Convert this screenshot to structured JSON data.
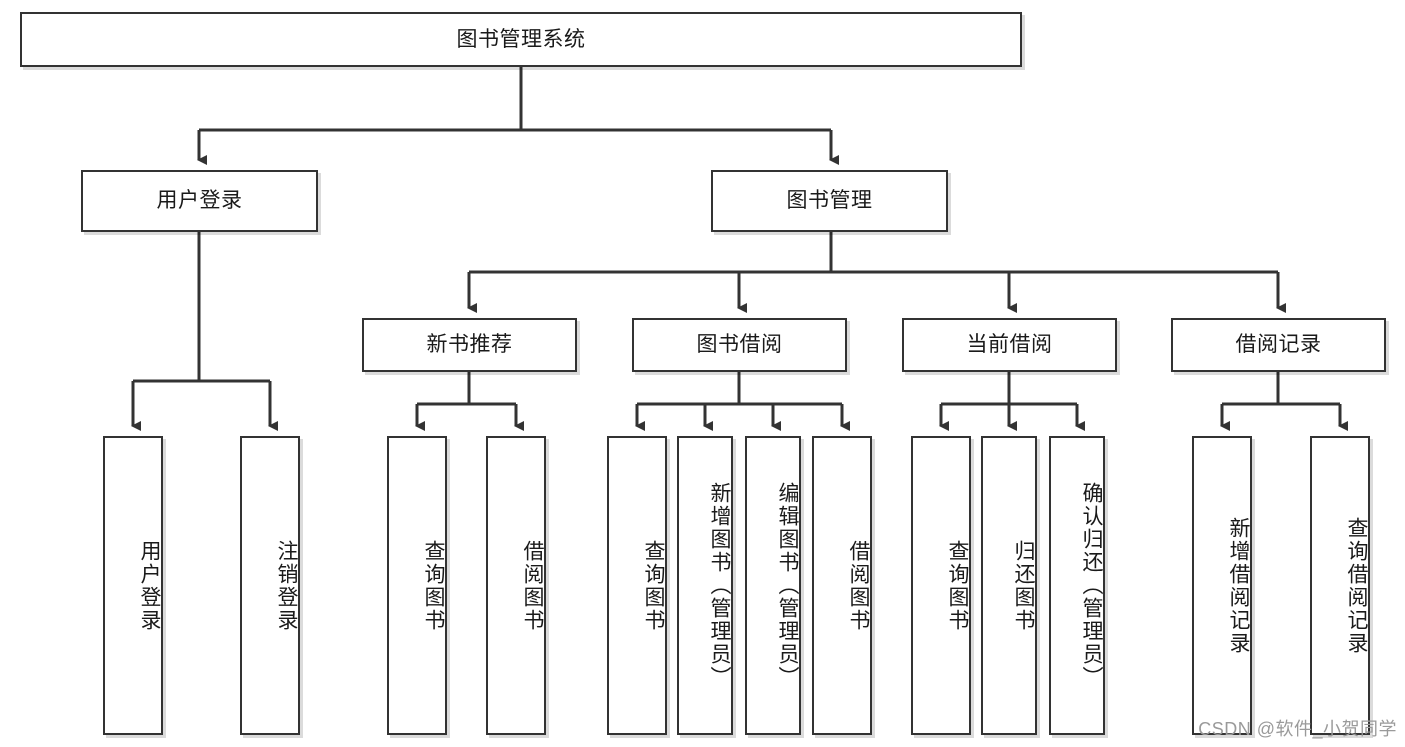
{
  "diagram": {
    "title": "图书管理系统",
    "type": "hierarchy-tree",
    "background": "#ffffff",
    "box_border_color": "#333333",
    "text_color": "#1a1a1a",
    "watermark": "CSDN @软件_小贺同学"
  },
  "nodes": {
    "root": {
      "label": "图书管理系统",
      "level": 1
    },
    "user_login": {
      "label": "用户登录",
      "level": 2
    },
    "book_manage": {
      "label": "图书管理",
      "level": 2
    },
    "new_book_rec": {
      "label": "新书推荐",
      "level": 3
    },
    "book_borrow": {
      "label": "图书借阅",
      "level": 3
    },
    "current_borrow": {
      "label": "当前借阅",
      "level": 3
    },
    "borrow_record": {
      "label": "借阅记录",
      "level": 3
    },
    "leaf_user_login": {
      "label": "用户登录",
      "level": 4
    },
    "leaf_logout": {
      "label": "注销登录",
      "level": 4
    },
    "leaf_query_book_a": {
      "label": "查询图书",
      "level": 4
    },
    "leaf_borrow_book_a": {
      "label": "借阅图书",
      "level": 4
    },
    "leaf_query_book_b": {
      "label": "查询图书",
      "level": 4
    },
    "leaf_add_book": {
      "label": "新增图书（管理员）",
      "level": 4
    },
    "leaf_edit_book": {
      "label": "编辑图书（管理员）",
      "level": 4
    },
    "leaf_borrow_book_b": {
      "label": "借阅图书",
      "level": 4
    },
    "leaf_query_book_c": {
      "label": "查询图书",
      "level": 4
    },
    "leaf_return_book": {
      "label": "归还图书",
      "level": 4
    },
    "leaf_confirm_return": {
      "label": "确认归还（管理员）",
      "level": 4
    },
    "leaf_add_record": {
      "label": "新增借阅记录",
      "level": 4
    },
    "leaf_query_record": {
      "label": "查询借阅记录",
      "level": 4
    }
  },
  "edges": [
    {
      "from": "root",
      "to": "user_login"
    },
    {
      "from": "root",
      "to": "book_manage"
    },
    {
      "from": "book_manage",
      "to": "new_book_rec"
    },
    {
      "from": "book_manage",
      "to": "book_borrow"
    },
    {
      "from": "book_manage",
      "to": "current_borrow"
    },
    {
      "from": "book_manage",
      "to": "borrow_record"
    },
    {
      "from": "user_login",
      "to": "leaf_user_login"
    },
    {
      "from": "user_login",
      "to": "leaf_logout"
    },
    {
      "from": "new_book_rec",
      "to": "leaf_query_book_a"
    },
    {
      "from": "new_book_rec",
      "to": "leaf_borrow_book_a"
    },
    {
      "from": "book_borrow",
      "to": "leaf_query_book_b"
    },
    {
      "from": "book_borrow",
      "to": "leaf_add_book"
    },
    {
      "from": "book_borrow",
      "to": "leaf_edit_book"
    },
    {
      "from": "book_borrow",
      "to": "leaf_borrow_book_b"
    },
    {
      "from": "current_borrow",
      "to": "leaf_query_book_c"
    },
    {
      "from": "current_borrow",
      "to": "leaf_return_book"
    },
    {
      "from": "current_borrow",
      "to": "leaf_confirm_return"
    },
    {
      "from": "borrow_record",
      "to": "leaf_add_record"
    },
    {
      "from": "borrow_record",
      "to": "leaf_query_record"
    }
  ]
}
